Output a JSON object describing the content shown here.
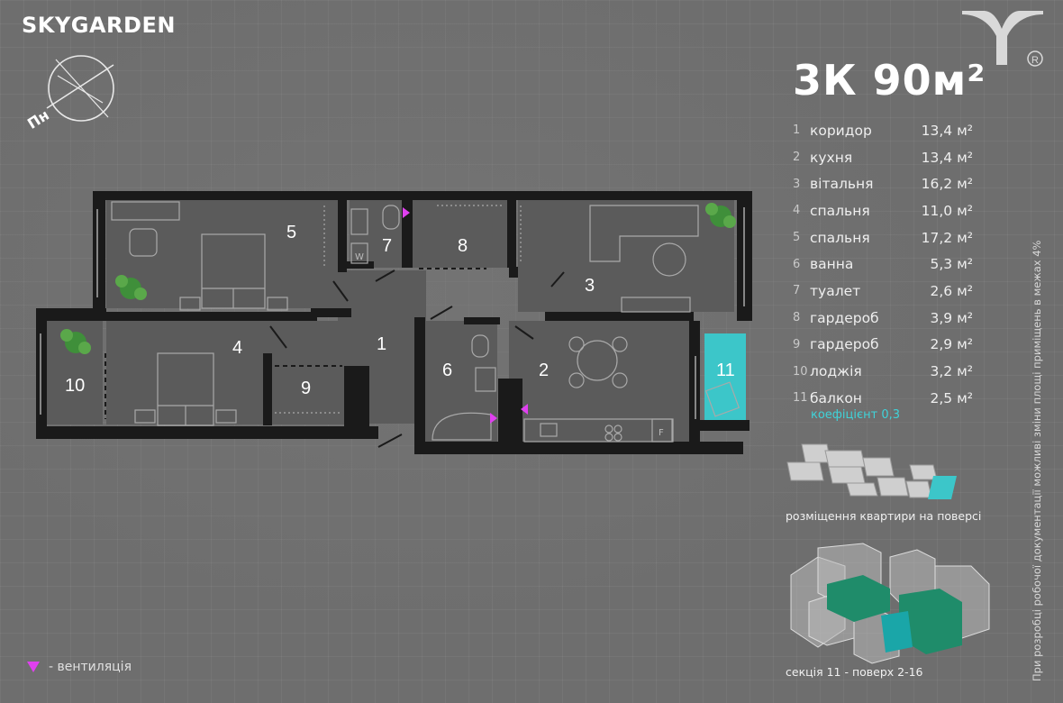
{
  "brand": "SKYGARDEN",
  "compass": {
    "label": "Пн"
  },
  "apartment_title": "3К 90м²",
  "rooms": [
    {
      "num": "1",
      "name": "коридор",
      "area": "13,4 м²"
    },
    {
      "num": "2",
      "name": "кухня",
      "area": "13,4 м²"
    },
    {
      "num": "3",
      "name": "вітальня",
      "area": "16,2 м²"
    },
    {
      "num": "4",
      "name": "спальня",
      "area": "11,0 м²"
    },
    {
      "num": "5",
      "name": "спальня",
      "area": "17,2 м²"
    },
    {
      "num": "6",
      "name": "ванна",
      "area": "5,3 м²"
    },
    {
      "num": "7",
      "name": "туалет",
      "area": "2,6 м²"
    },
    {
      "num": "8",
      "name": "гардероб",
      "area": "3,9 м²"
    },
    {
      "num": "9",
      "name": "гардероб",
      "area": "2,9 м²"
    },
    {
      "num": "10",
      "name": "лоджія",
      "area": "3,2 м²"
    },
    {
      "num": "11",
      "name": "балкон",
      "area": "2,5 м²"
    }
  ],
  "coefficient": "коефіцієнт 0,3",
  "plan_labels": [
    "1",
    "2",
    "3",
    "4",
    "5",
    "6",
    "7",
    "8",
    "9",
    "10",
    "11"
  ],
  "placement_caption": "розміщення квартири на поверсі",
  "section_caption": "секція 11 - поверх 2-16",
  "legend": "- вентиляція",
  "disclaimer": "При розробці робочої документації можливі зміни площі приміщень в межах 4%",
  "fixture_labels": {
    "w": "W",
    "f": "F"
  },
  "colors": {
    "accent": "#3fd3d9",
    "vent": "#e040f0",
    "wall": "#1a1a1a",
    "green": "#1f8c6a",
    "teal": "#1aa6a8"
  }
}
